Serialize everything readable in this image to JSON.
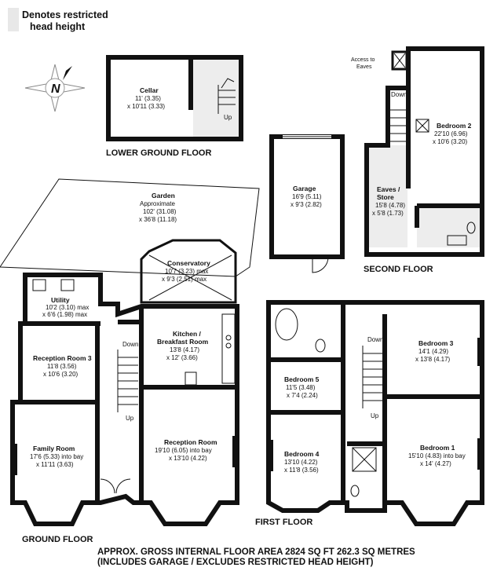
{
  "legend": {
    "line1": "Denotes restricted",
    "line2": "head height"
  },
  "compass": {
    "letter": "N"
  },
  "floors": {
    "lower_ground": "LOWER GROUND FLOOR",
    "second": "SECOND FLOOR",
    "ground": "GROUND FLOOR",
    "first": "FIRST FLOOR"
  },
  "rooms": {
    "cellar": {
      "name": "Cellar",
      "d1": "11' (3.35)",
      "d2": "x 10'11 (3.33)"
    },
    "cellar_up": "Up",
    "garden": {
      "name": "Garden",
      "d1": "Approximate",
      "d2": "102' (31.08)",
      "d3": "x 36'8 (11.18)"
    },
    "garage": {
      "name": "Garage",
      "d1": "16'9 (5.11)",
      "d2": "x 9'3 (2.82)"
    },
    "access_eaves": {
      "l1": "Access to",
      "l2": "Eaves"
    },
    "second_down": "Down",
    "bedroom2": {
      "name": "Bedroom 2",
      "d1": "22'10 (6.96)",
      "d2": "x 10'6 (3.20)"
    },
    "eaves_store": {
      "l1": "Eaves /",
      "l2": "Store",
      "d1": "15'8 (4.78)",
      "d2": "x 5'8 (1.73)"
    },
    "conservatory": {
      "name": "Conservatory",
      "d1": "10'7 (3.23) max",
      "d2": "x 9'3 (2.51) max"
    },
    "utility": {
      "name": "Utility",
      "d1": "10'2 (3.10) max",
      "d2": "x 6'6 (1.98) max"
    },
    "kitchen": {
      "l1": "Kitchen /",
      "l2": "Breakfast Room",
      "d1": "13'8 (4.17)",
      "d2": "x 12' (3.66)"
    },
    "reception3": {
      "name": "Reception Room 3",
      "d1": "11'8 (3.56)",
      "d2": "x 10'6 (3.20)"
    },
    "ground_down": "Down",
    "ground_up": "Up",
    "family": {
      "name": "Family Room",
      "d1": "17'6 (5.33) into bay",
      "d2": "x 11'11 (3.63)"
    },
    "reception": {
      "name": "Reception Room",
      "d1": "19'10 (6.05) into bay",
      "d2": "x 13'10 (4.22)"
    },
    "bedroom3": {
      "name": "Bedroom 3",
      "d1": "14'1 (4.29)",
      "d2": "x 13'8 (4.17)"
    },
    "first_down": "Down",
    "first_up": "Up",
    "bedroom5": {
      "name": "Bedroom 5",
      "d1": "11'5 (3.48)",
      "d2": "x 7'4 (2.24)"
    },
    "bedroom4": {
      "name": "Bedroom 4",
      "d1": "13'10 (4.22)",
      "d2": "x 11'8 (3.56)"
    },
    "bedroom1": {
      "name": "Bedroom 1",
      "d1": "15'10 (4.83) into bay",
      "d2": "x 14' (4.27)"
    }
  },
  "footer": {
    "line1": "APPROX. GROSS INTERNAL FLOOR AREA 2824 SQ FT 262.3 SQ METRES",
    "line2": "(INCLUDES GARAGE / EXCLUDES RESTRICTED HEAD HEIGHT)"
  },
  "colors": {
    "wall": "#111111",
    "restricted": "#e8e8e8",
    "background": "#ffffff"
  }
}
